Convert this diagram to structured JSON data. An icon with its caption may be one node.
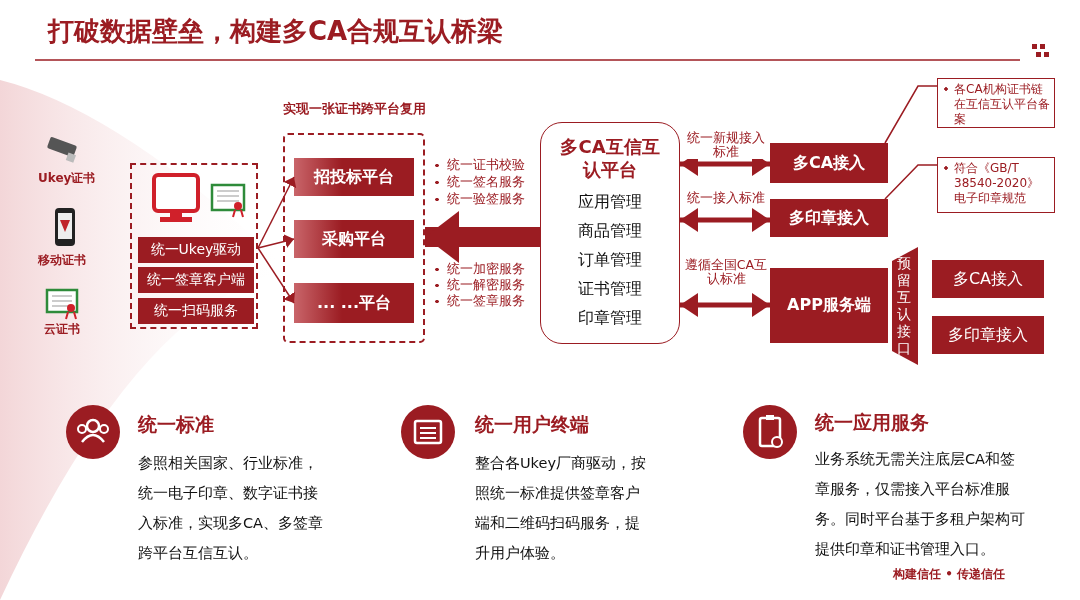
{
  "diagram": {
    "title": "打破数据壁垒，构建多CA合规互认桥梁",
    "nodes": [
      {
        "text": [],
        "shape": "box"
      },
      {
        "text": [
          "统一Ukey驱动"
        ],
        "in": 0
      },
      {
        "text": [
          "统一签章客户端"
        ],
        "in": 0
      },
      {
        "text": [
          "统一扫码服务"
        ],
        "in": 0
      },
      {
        "text": [
          "实现一张证书跨平台复用"
        ]
      },
      {
        "text": [
          "招投标平台"
        ],
        "in": 4
      },
      {
        "text": [
          "采购平台"
        ],
        "in": 4
      },
      {
        "text": [
          "... ...平台"
        ],
        "in": 4
      },
      {
        "text": [
          "多CA互信互认平台",
          "应用管理",
          "商品管理",
          "订单管理",
          "证书管理",
          "印章管理"
        ]
      },
      {
        "text": [
          "多CA接入"
        ]
      },
      {
        "text": [
          "多印章接入"
        ]
      },
      {
        "text": [
          "APP服务端"
        ]
      },
      {
        "text": [
          "各CA机构证书链在互信互认平台备案"
        ]
      },
      {
        "text": [
          "符合《GB/T 38540-2020》电子印章规范"
        ]
      },
      {
        "text": [
          "预留互认接口"
        ]
      },
      {
        "text": [
          "多CA接入"
        ]
      },
      {
        "text": [
          "多印章接入"
        ]
      }
    ],
    "edges": [
      {
        "from": 0,
        "to": 5,
        "arrow": "to"
      },
      {
        "from": 0,
        "to": 6,
        "arrow": "to"
      },
      {
        "from": 0,
        "to": 7,
        "arrow": "to"
      },
      {
        "from": 8,
        "to": 4,
        "arrow": "to",
        "style": "thick"
      },
      {
        "from": 8,
        "to": 9,
        "arrow": "both",
        "style": "thick",
        "label": "统一新规接入标准"
      },
      {
        "from": 8,
        "to": 10,
        "arrow": "both",
        "style": "thick",
        "label": "统一接入标准"
      },
      {
        "from": 8,
        "to": 11,
        "arrow": "both",
        "style": "thick",
        "label": "遵循全国CA互认标准"
      },
      {
        "from": 12,
        "to": 9,
        "arrow": "none"
      },
      {
        "from": 13,
        "to": 10,
        "arrow": "none"
      }
    ],
    "labels": [
      "Ukey证书",
      "移动证书",
      "云证书",
      "统一证书校验",
      "统一签名服务",
      "统一验签服务",
      "统一加密服务",
      "统一解密服务",
      "统一签章服务",
      "统一标准",
      "参照相关国家、行业标准，统一电子印章、数字证书接入标准，实现多CA、多签章跨平台互信互认。",
      "统一用户终端",
      "整合各Ukey厂商驱动，按照统一标准提供签章客户端和二维码扫码服务，提升用户体验。",
      "统一应用服务",
      "业务系统无需关注底层CA和签章服务，仅需接入平台标准服务。同时平台基于多租户架构可提供印章和证书管理入口。",
      "构建信任 • 传递信任"
    ]
  }
}
